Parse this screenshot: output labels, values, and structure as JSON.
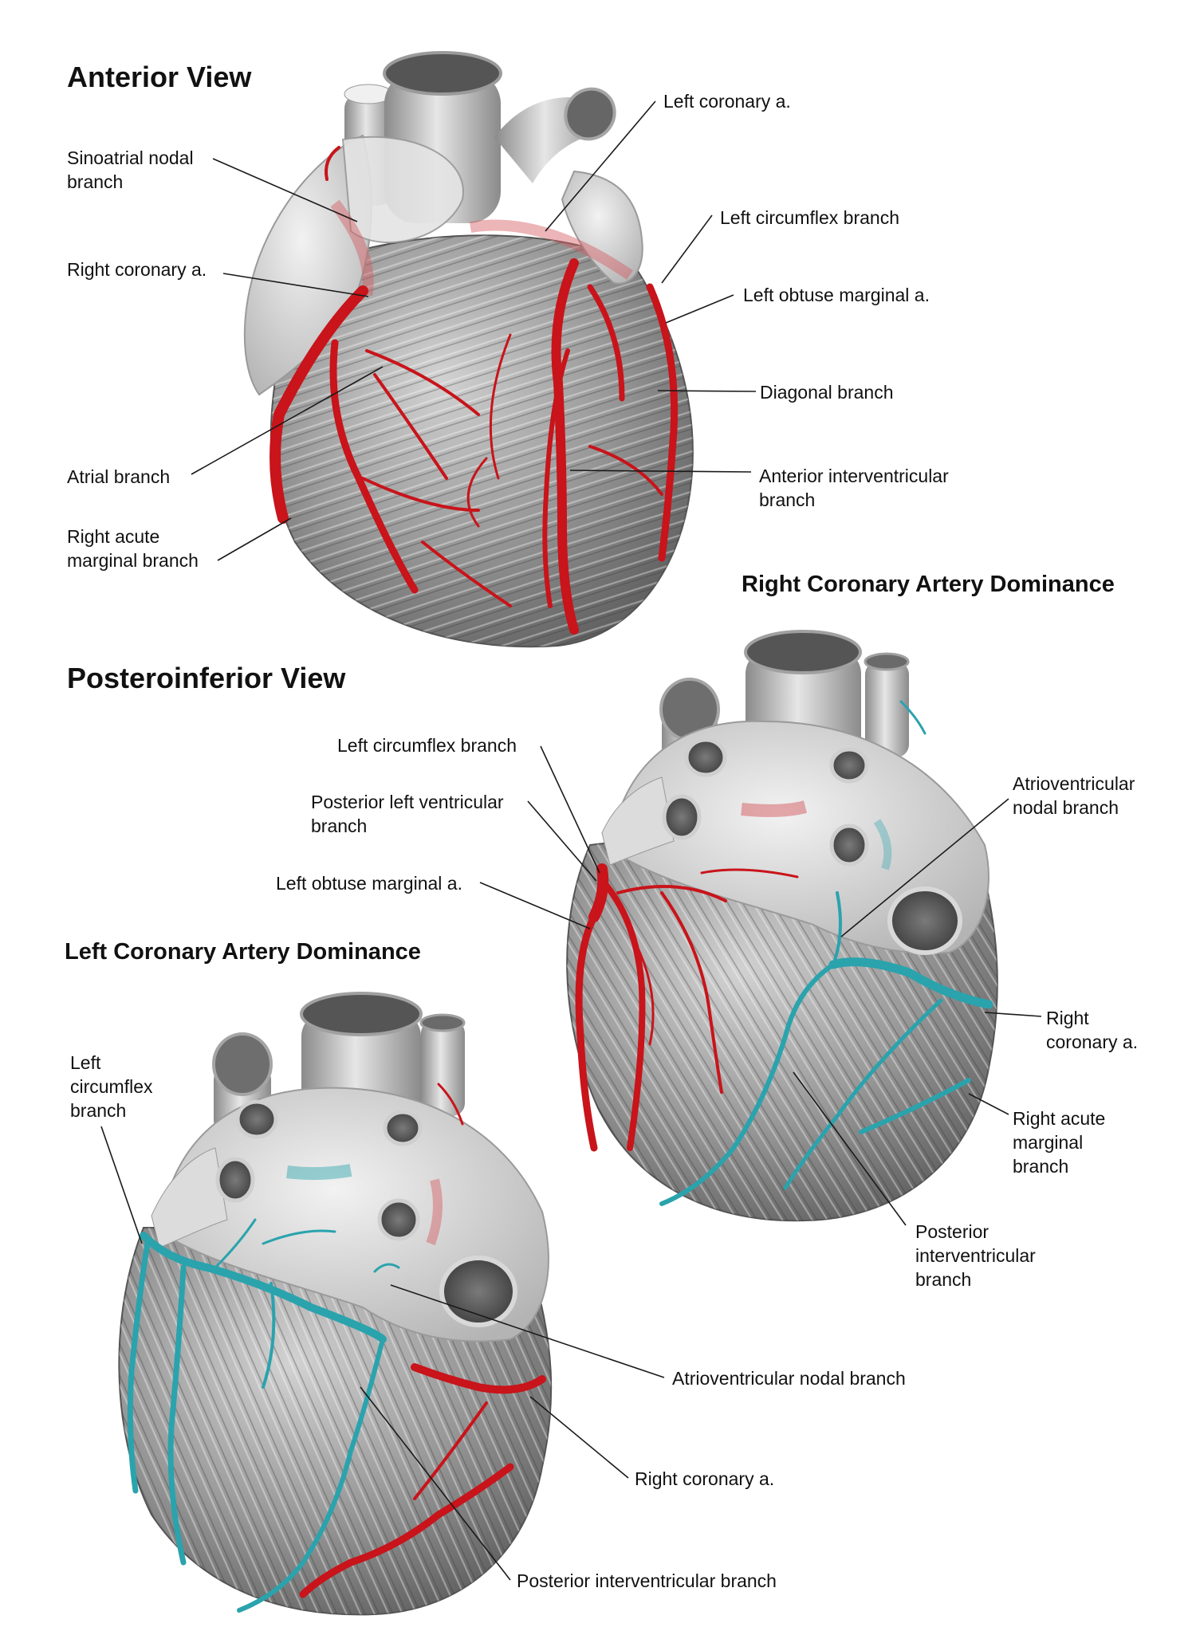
{
  "headings": {
    "anterior": "Anterior View",
    "posteroinferior": "Posteroinferior View",
    "right_dominance": "Right Coronary Artery Dominance",
    "left_dominance": "Left Coronary Artery Dominance"
  },
  "anterior_labels": {
    "sinoatrial": "Sinoatrial nodal\nbranch",
    "right_coronary": "Right coronary a.",
    "atrial": "Atrial branch",
    "right_acute": "Right acute\nmarginal branch",
    "left_coronary": "Left coronary a.",
    "left_circumflex": "Left circumflex branch",
    "left_obtuse": "Left obtuse marginal a.",
    "diagonal": "Diagonal branch",
    "anterior_interventricular": "Anterior interventricular\nbranch"
  },
  "right_dominance_labels": {
    "left_circumflex": "Left circumflex branch",
    "posterior_lv": "Posterior left ventricular\nbranch",
    "left_obtuse": "Left obtuse marginal a.",
    "av_nodal": "Atrioventricular\nnodal branch",
    "right_coronary": "Right\ncoronary a.",
    "right_acute": "Right acute\nmarginal\nbranch",
    "posterior_interventricular": "Posterior\ninterventricular\nbranch"
  },
  "left_dominance_labels": {
    "left_circumflex": "Left\ncircumflex\nbranch",
    "av_nodal": "Atrioventricular nodal branch",
    "right_coronary": "Right coronary a.",
    "posterior_interventricular": "Posterior interventricular branch"
  },
  "colors": {
    "artery_red": "#c8141a",
    "artery_teal": "#2aa3ad",
    "myocardium_gray": "#8c8c8c",
    "vessel_gray": "#b5b5b5",
    "atrium_light": "#dcdcdc"
  }
}
